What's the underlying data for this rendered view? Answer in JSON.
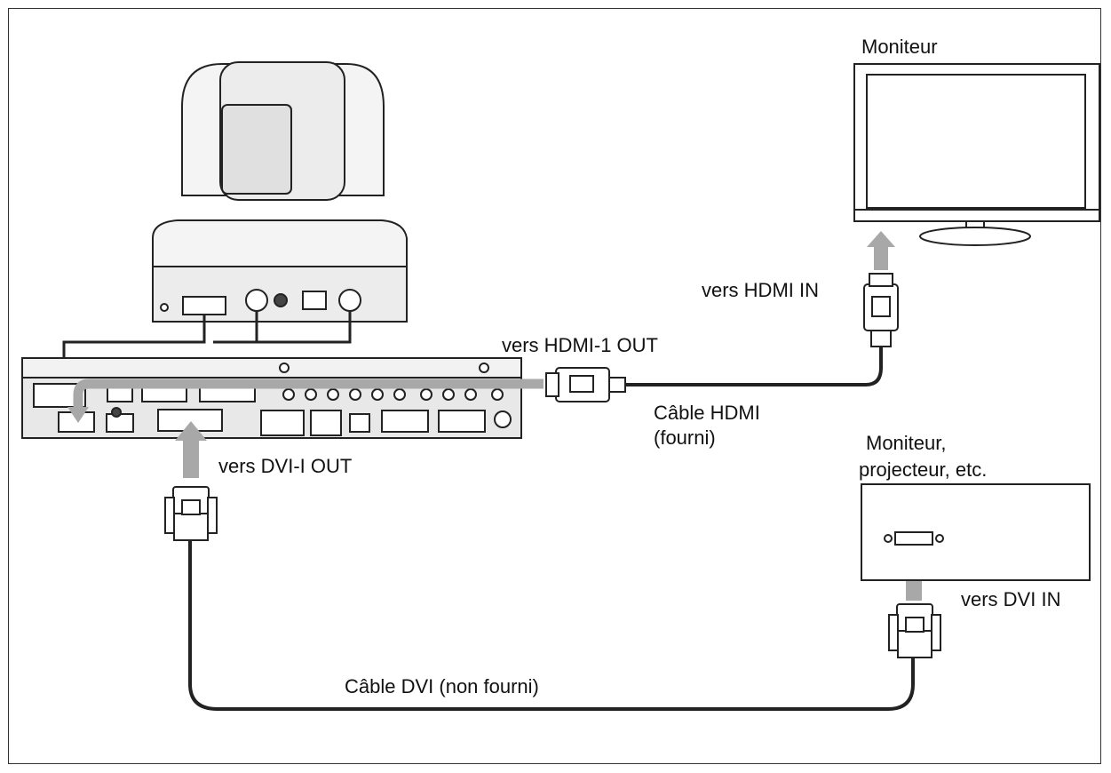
{
  "labels": {
    "monitor_top": "Moniteur",
    "to_hdmi_in": "vers HDMI IN",
    "to_hdmi1_out": "vers HDMI-1 OUT",
    "hdmi_cable_line1": "Câble HDMI",
    "hdmi_cable_line2": "(fourni)",
    "monitor_projector_line1": "Moniteur,",
    "monitor_projector_line2": "projecteur, etc.",
    "to_dvii_out": "vers DVI-I OUT",
    "to_dvi_in": "vers DVI IN",
    "dvi_cable": "Câble DVI (non fourni)"
  },
  "colors": {
    "line": "#222222",
    "device_fill": "#ffffff",
    "arrow": "#a8a8a8",
    "panel": "#e8e8e8"
  }
}
